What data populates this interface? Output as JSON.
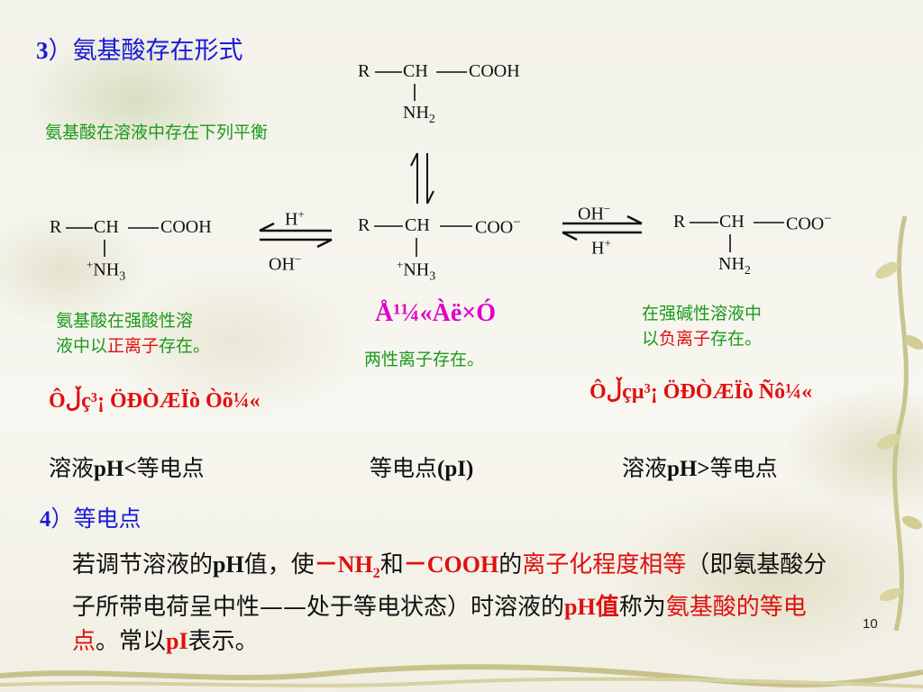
{
  "section3": {
    "number": "3",
    "title": "）氨基酸存在形式"
  },
  "equilibrium_note": "氨基酸在溶液中存在下列平衡",
  "top_molecule": {
    "r": "R",
    "ch": "CH",
    "cooh": "COOH",
    "nh2": "NH",
    "nh2_sub": "2"
  },
  "left_molecule": {
    "r": "R",
    "ch": "CH",
    "cooh": "COOH",
    "nh3_plus": "+",
    "nh3": "NH",
    "nh3_sub": "3"
  },
  "middle_molecule": {
    "r": "R",
    "ch": "CH",
    "coo": "COO",
    "coo_minus": "−",
    "nh3_plus": "+",
    "nh3": "NH",
    "nh3_sub": "3"
  },
  "right_molecule": {
    "r": "R",
    "ch": "CH",
    "coo": "COO",
    "coo_minus": "−",
    "nh2": "NH",
    "nh2_sub": "2"
  },
  "left_arrow": {
    "top_label": "H",
    "top_sup": "+",
    "bottom_label": "OH",
    "bottom_sup": "−"
  },
  "right_arrow": {
    "top_label": "OH",
    "top_sup": "−",
    "bottom_label": "H",
    "bottom_sup": "+"
  },
  "left_note": {
    "line1": "氨基酸在强酸性溶",
    "line2_a": "液中以",
    "line2_ion": "正离子",
    "line2_b": "存在。"
  },
  "right_note": {
    "line1": "在强碱性溶液中",
    "line2_a": "以",
    "line2_ion": "负离子",
    "line2_b": "存在。"
  },
  "middle_garbled": "Å¹¼«Àë×Ó",
  "middle_note": "两性离子存在。",
  "left_garbled": "Ôڵç³¡ ÖÐÒÆÏò Òõ¼«",
  "right_garbled": "Ôڵçµ³¡ ÖÐÒÆÏò Ñô¼«",
  "row_labels": {
    "left_a": "溶液",
    "left_b": "pH<",
    "left_c": "等电点",
    "middle_a": "等电点",
    "middle_b": "(pI)",
    "right_a": "溶液",
    "right_b": "pH>",
    "right_c": "等电点"
  },
  "section4": {
    "number": "4",
    "title": "）等电点"
  },
  "definition": {
    "t1": "若调节溶液的",
    "t2": "pH",
    "t3": "值，使",
    "t4": "－NH",
    "t4_sub": "2",
    "t5": "和",
    "t6": "－COOH",
    "t7": "的",
    "t8": "离子化程度相等",
    "t9": "（即氨基酸分子所带电荷呈中性——处于等电状态）时溶液的",
    "t10": "pH值",
    "t11": "称为",
    "t12": "氨基酸的等电点",
    "t13": "。常以",
    "t14": "pI",
    "t15": "表示。"
  },
  "page_number": "10",
  "colors": {
    "heading": "#1a1ad8",
    "green": "#1c9a1c",
    "red": "#e01010",
    "magenta": "#e000c8"
  }
}
